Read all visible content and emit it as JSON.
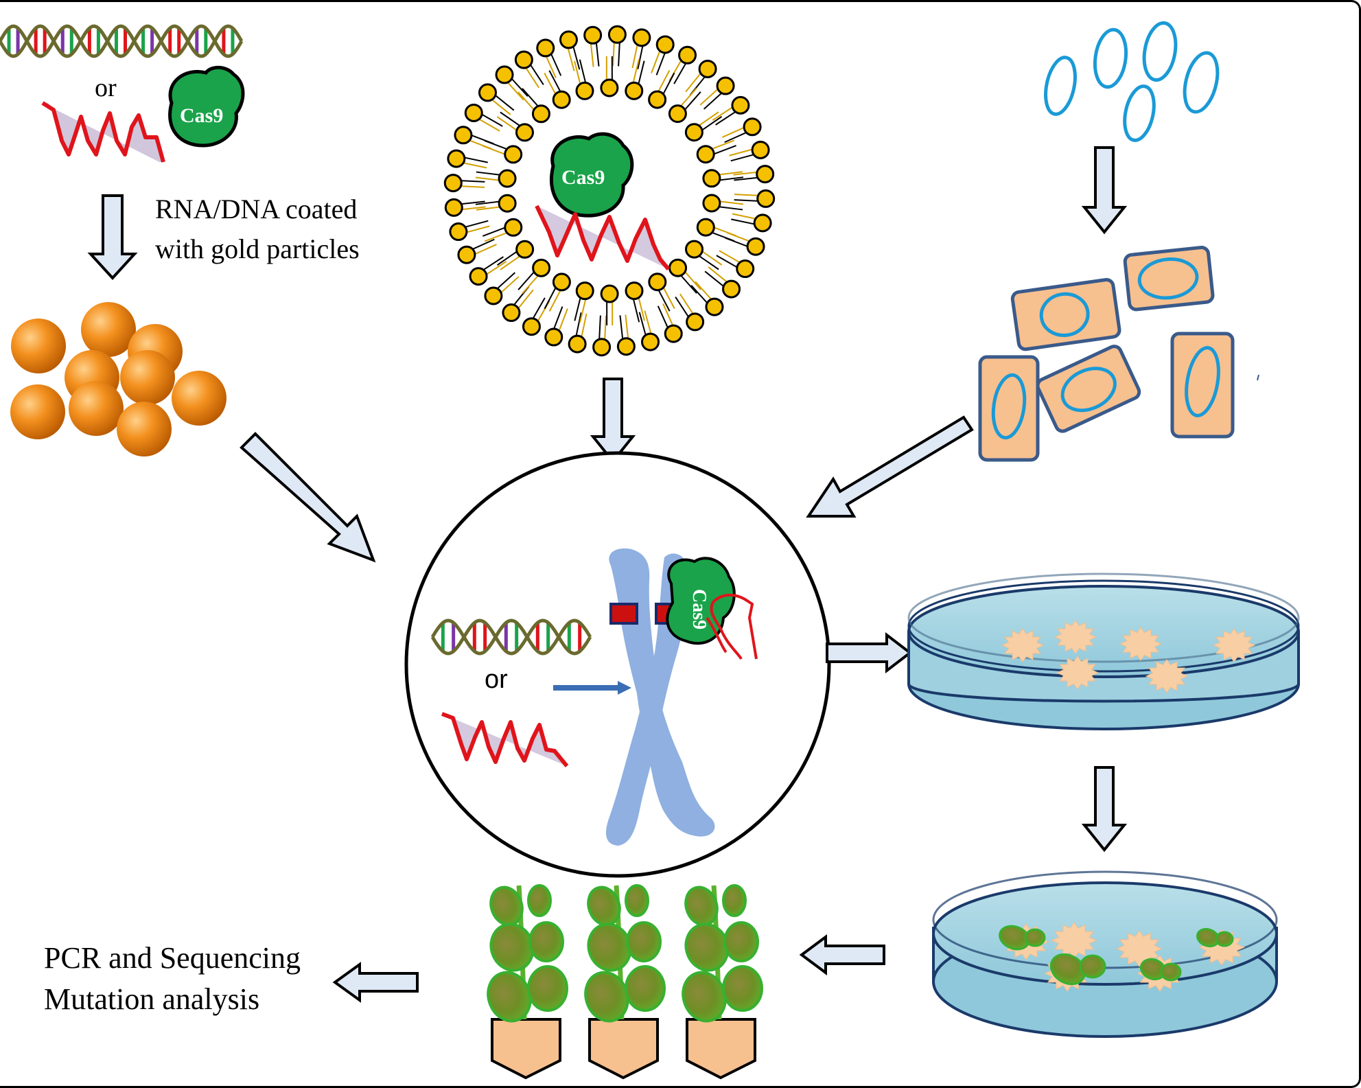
{
  "labels": {
    "or_top": "or",
    "or_center": "or",
    "cas9": "Cas9",
    "coating_line1": "RNA/DNA coated",
    "coating_line2": "with gold particles",
    "analysis_line1": "PCR and Sequencing",
    "analysis_line2": "Mutation analysis"
  },
  "colors": {
    "cas9_green": "#1aa34a",
    "rna_red": "#e0141b",
    "rna_fill": "#b9a6c9",
    "dna_backbone": "#6b6a2e",
    "dna_purple": "#7a35a8",
    "gold_particle": "#f08a18",
    "lipid_head": "#f5c000",
    "plasmid_blue": "#1a9ad6",
    "protoplast_fill": "#f7c08f",
    "chromosome_blue": "#8fb0e0",
    "petri_medium": "#9fd0e0",
    "callus": "#f8cfa5",
    "leaf_green": "#58b22a",
    "pot": "#f7c08f",
    "arrow_fill": "#dfe9f5"
  },
  "icons": [
    "dna-double-helix-icon",
    "rna-strand-icon",
    "cas9-protein-icon",
    "gold-particles-icon",
    "liposome-icon",
    "plasmid-icon",
    "protoplast-cells-icon",
    "chromosome-icon",
    "petri-dish-icon",
    "plant-icon"
  ]
}
